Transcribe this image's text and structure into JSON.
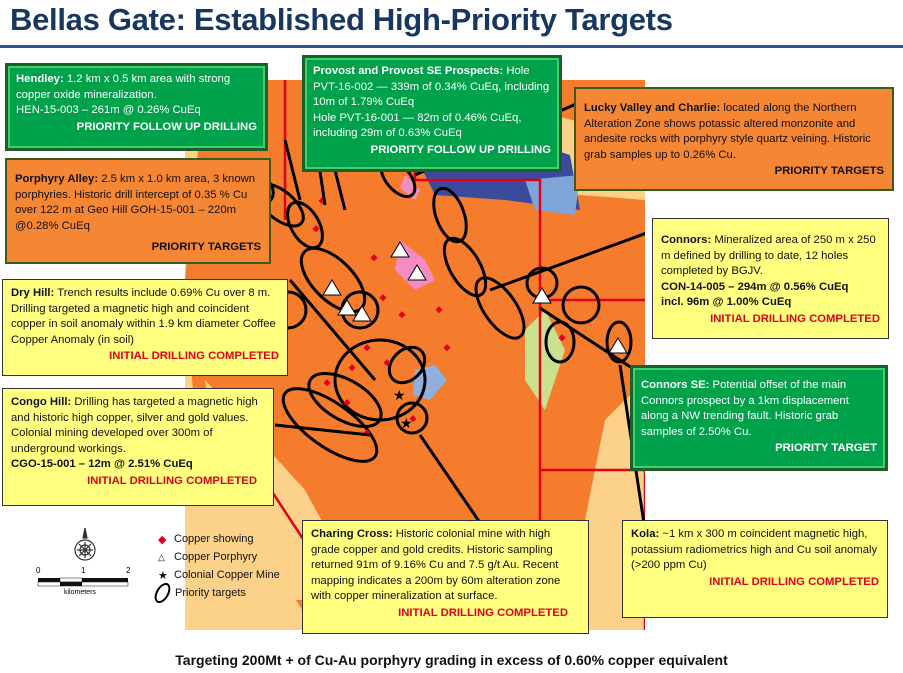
{
  "title": "Bellas Gate: Established High-Priority Targets",
  "boxes": {
    "hendley": {
      "name": "Hendley:",
      "text": " 1.2 km x 0.5 km area with strong copper oxide mineralization.",
      "line2": "HEN-15-003 – 261m @ 0.26% CuEq",
      "status": "PRIORITY FOLLOW UP DRILLING"
    },
    "provost": {
      "name": "Provost and Provost SE Prospects:",
      "text": " Hole PVT-16-002 — 339m of 0.34% CuEq, including 10m of 1.79% CuEq",
      "line2": "Hole PVT-16-001 — 82m of 0.46% CuEq, including 29m of 0.63% CuEq",
      "status": "PRIORITY FOLLOW UP DRILLING"
    },
    "lucky_valley": {
      "name": "Lucky Valley and Charlie:",
      "text": " located along the Northern Alteration Zone shows potassic altered monzonite and andesite rocks with porphyry style quartz veining.  Historic grab samples up to 0.26% Cu.",
      "status": "PRIORITY TARGETS"
    },
    "porphyry_alley": {
      "name": "Porphyry Alley:",
      "text": " 2.5 km x 1.0 km area, 3 known porphyries. Historic drill intercept of 0.35 % Cu over 122 m at Geo Hill GOH-15-001 – 220m @0.28% CuEq",
      "status": "PRIORITY TARGETS"
    },
    "connors": {
      "name": "Connors:",
      "text": " Mineralized area of 250 m x 250 m defined by drilling to date, 12 holes completed by BGJV.",
      "line2": "CON-14-005 – 294m @ 0.56% CuEq",
      "line3": "incl. 96m @ 1.00% CuEq",
      "status": "INITIAL DRILLING COMPLETED"
    },
    "dry_hill": {
      "name": "Dry Hill:",
      "text": " Trench results include 0.69% Cu over 8 m. Drilling targeted a magnetic high and coincident copper in soil anomaly within 1.9 km diameter Coffee Copper Anomaly (in soil)",
      "status": "INITIAL DRILLING COMPLETED"
    },
    "congo_hill": {
      "name": "Congo Hill:",
      "text": " Drilling has targeted a magnetic high and historic high copper, silver and gold values.  Colonial mining developed over 300m of underground workings.",
      "line2": "CGO-15-001 – 12m @ 2.51% CuEq",
      "status": "INITIAL DRILLING COMPLETED"
    },
    "connors_se": {
      "name": "Connors SE:",
      "text": " Potential offset of the main Connors prospect by a 1km displacement along a NW trending fault. Historic grab samples of 2.50% Cu.",
      "status": "PRIORITY TARGET"
    },
    "charing_cross": {
      "name": "Charing Cross:",
      "text": " Historic colonial mine with high grade copper and gold credits. Historic sampling returned 91m of 9.16% Cu and 7.5 g/t Au.  Recent mapping indicates a 200m by 60m alteration zone with copper mineralization at surface.",
      "status": "INITIAL DRILLING COMPLETED"
    },
    "kola": {
      "name": "Kola:",
      "text": " ~1 km x 300 m coincident magnetic high, potassium radiometrics high and Cu soil anomaly (>200 ppm Cu)",
      "status": "INITIAL DRILLING COMPLETED"
    }
  },
  "legend": {
    "items": [
      "Copper showing",
      "Copper Porphyry",
      "Colonial Copper Mine",
      "Priority targets"
    ]
  },
  "scale": {
    "ticks": [
      "0",
      "1",
      "2"
    ],
    "unit": "kilometers"
  },
  "footer": "Targeting 200Mt + of Cu-Au porphyry grading in excess of 0.60% copper equivalent",
  "colors": {
    "title": "#17375e",
    "green": "#00a14b",
    "orange": "#f58634",
    "yellow": "#ffff80",
    "status_red": "#e3001b",
    "map_orange": "#f47c2c"
  }
}
